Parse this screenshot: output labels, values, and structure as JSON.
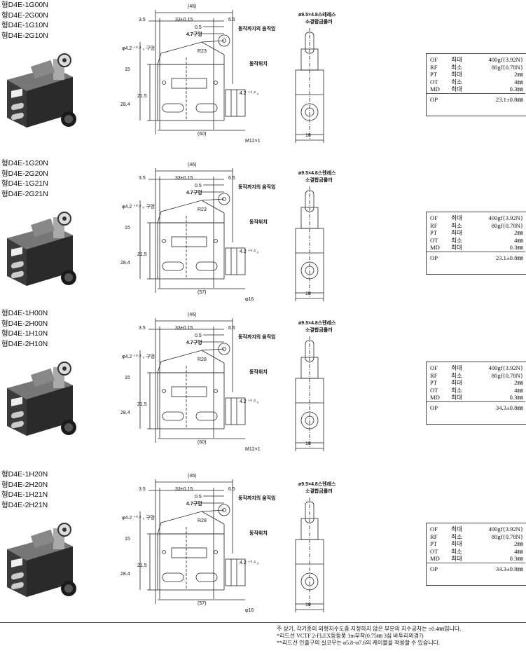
{
  "sections": [
    {
      "models": [
        "형D4E-1G00N",
        "형D4E-2G00N",
        "형D4E-1G10N",
        "형D4E-2G10N"
      ],
      "dims": {
        "d46": "(46)",
        "d35": "3.5",
        "d33": "33±0.15",
        "d65": "6.5",
        "d05": "0.5",
        "hole47": "4.7구멍",
        "phi42": "φ4.2 ⁺⁰·² ₀ 구멍",
        "r": "R23",
        "h15": "15",
        "h215": "21.5",
        "h284": "28.4",
        "w": "(60)",
        "thread": "M12×1",
        "w18": "18",
        "hole42": "4.2 ⁺⁰·² ₀"
      },
      "labels": {
        "travel": "동작까지의 움직임",
        "position": "동작위치",
        "roller": "ø9.5×4.8스테레스",
        "roller2": "소결합금롤러"
      },
      "specs": [
        {
          "code": "OF",
          "cond": "최대",
          "value": "400gf{3.92N}"
        },
        {
          "code": "RF",
          "cond": "최소",
          "value": "80gf{0.78N}"
        },
        {
          "code": "PT",
          "cond": "최대",
          "value": "2㎜"
        },
        {
          "code": "OT",
          "cond": "최소",
          "value": "4㎜"
        },
        {
          "code": "MD",
          "cond": "최대",
          "value": "0.3㎜"
        }
      ],
      "op": {
        "code": "OP",
        "value": "23.1±0.8㎜"
      }
    },
    {
      "models": [
        "형D4E-1G20N",
        "형D4E-2G20N",
        "형D4E-1G21N",
        "형D4E-2G21N"
      ],
      "dims": {
        "d46": "(46)",
        "d35": "3.5",
        "d33": "33±0.15",
        "d65": "6.5",
        "d05": "0.5",
        "hole47": "4.7구멍",
        "phi42": "φ4.2 ⁺⁰·² ₀ 구멍",
        "r": "R23",
        "h15": "15",
        "h215": "21.5",
        "h284": "28.4",
        "w": "(57)",
        "thread": "φ16",
        "w18": "18",
        "hole42": "4.2 ⁺⁰·² ₀"
      },
      "labels": {
        "travel": "동작까지의 움직임",
        "position": "동작위치",
        "roller": "ø9.5×4.8스텐레스",
        "roller2": "소결합금롤러"
      },
      "specs": [
        {
          "code": "OF",
          "cond": "최대",
          "value": "400gf{3.92N}"
        },
        {
          "code": "RF",
          "cond": "최소",
          "value": "80gf{0.78N}"
        },
        {
          "code": "PT",
          "cond": "최대",
          "value": "2㎜"
        },
        {
          "code": "OT",
          "cond": "최소",
          "value": "4㎜"
        },
        {
          "code": "MD",
          "cond": "최대",
          "value": "0.3㎜"
        }
      ],
      "op": {
        "code": "OP",
        "value": "23.1±0.8㎜"
      }
    },
    {
      "models": [
        "형D4E-1H00N",
        "형D4E-2H00N",
        "형D4E-1H10N",
        "형D4E-2H10N"
      ],
      "dims": {
        "d46": "(46)",
        "d35": "3.5",
        "d33": "33±0.15",
        "d65": "6.5",
        "d05": "0.5",
        "hole47": "4.7구멍",
        "phi42": "φ4.2 ⁺⁰·² ₀ 구멍",
        "r": "R28",
        "h15": "15",
        "h215": "21.5",
        "h284": "28.4",
        "w": "(60)",
        "thread": "M12×1",
        "w18": "18",
        "hole42": "4.2 ⁺⁰·² ₀"
      },
      "labels": {
        "travel": "동작까지의 움직임",
        "position": "동작위치",
        "roller": "ø9.5×4.8스텐레스",
        "roller2": "소결합금롤러"
      },
      "specs": [
        {
          "code": "OF",
          "cond": "최대",
          "value": "400gf{3.92N}"
        },
        {
          "code": "RF",
          "cond": "최소",
          "value": "80gf{0.78N}"
        },
        {
          "code": "PT",
          "cond": "최대",
          "value": "2㎜"
        },
        {
          "code": "OT",
          "cond": "최소",
          "value": "4㎜"
        },
        {
          "code": "MD",
          "cond": "최대",
          "value": "0.3㎜"
        }
      ],
      "op": {
        "code": "OP",
        "value": "34.3±0.8㎜"
      }
    },
    {
      "models": [
        "형D4E-1H20N",
        "형D4E-2H20N",
        "형D4E-1H21N",
        "형D4E-2H21N"
      ],
      "dims": {
        "d46": "(46)",
        "d35": "3.5",
        "d33": "33±0.15",
        "d65": "6.5",
        "d05": "0.5",
        "hole47": "4.7구멍",
        "phi42": "φ4.2 ⁺⁰·² ₀ 구멍",
        "r": "R28",
        "h15": "15",
        "h215": "21.5",
        "h284": "28.4",
        "w": "(57)",
        "thread": "φ16",
        "w18": "18",
        "hole42": "4.2 ⁺⁰·² ₀"
      },
      "labels": {
        "travel": "동작까지의 움직임",
        "position": "동작위치",
        "roller": "ø9.5×4.8스텐레스",
        "roller2": "소결합금롤러"
      },
      "specs": [
        {
          "code": "OF",
          "cond": "최대",
          "value": "400gf{3.92N}"
        },
        {
          "code": "RF",
          "cond": "최소",
          "value": "80gf{0.78N}"
        },
        {
          "code": "PT",
          "cond": "최대",
          "value": "2㎜"
        },
        {
          "code": "OT",
          "cond": "최소",
          "value": "4㎜"
        },
        {
          "code": "MD",
          "cond": "최대",
          "value": "0.3㎜"
        }
      ],
      "op": {
        "code": "OP",
        "value": "34.3±0.8㎜"
      }
    }
  ],
  "notes": [
    "주 상기, 각기종의 외형치수도중 지정하지 않은 부분의 치수공차는 ±0.4㎜입니다.",
    "*리드선 VCTF 2-FLEX등등풍 3m부착(0.75㎜ 3심 바투리외경7)",
    "**리드선 인출구의 실코무는 ø5.8~ø7.6의 케이블을 적용할 수 있습니다."
  ]
}
